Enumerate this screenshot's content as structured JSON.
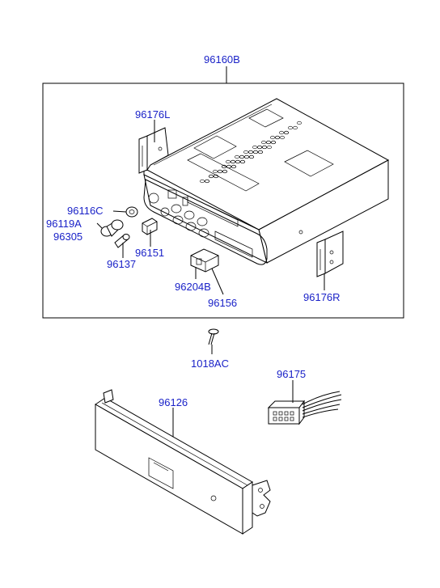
{
  "colors": {
    "label": "#1a22c8",
    "line": "#000000",
    "background": "#ffffff"
  },
  "parts": {
    "radio_assembly": "96160B",
    "bracket_left": "96176L",
    "bracket_right": "96176R",
    "knob_c": "96116C",
    "knob_a": "96119A",
    "knob_b": "96305",
    "shaft": "96137",
    "button": "96151",
    "button_set": "96204B",
    "button_set_b": "96156",
    "screw": "1018AC",
    "harness": "96175",
    "front_panel": "96126"
  }
}
